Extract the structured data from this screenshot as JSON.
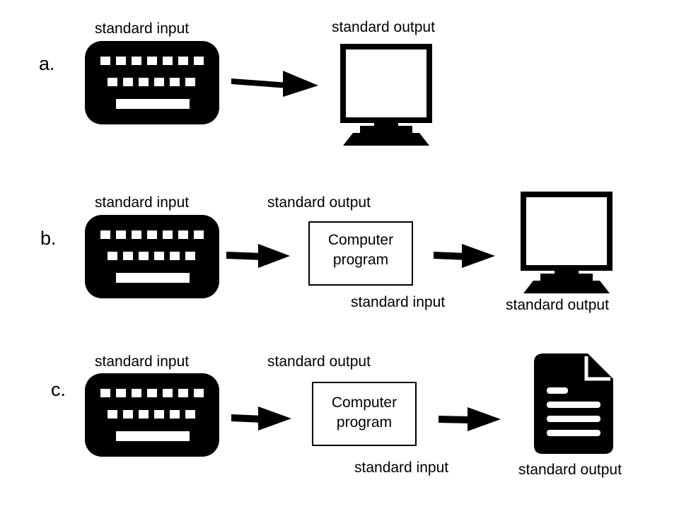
{
  "rows": [
    {
      "label": "a.",
      "keyboard_label": "standard input",
      "monitor_label": "standard output"
    },
    {
      "label": "b.",
      "keyboard_label": "standard input",
      "program_output_label": "standard output",
      "program_line1": "Computer",
      "program_line2": "program",
      "program_input_label": "standard input",
      "monitor_label": "standard output"
    },
    {
      "label": "c.",
      "keyboard_label": "standard input",
      "program_output_label": "standard output",
      "program_line1": "Computer",
      "program_line2": "program",
      "program_input_label": "standard input",
      "document_label": "standard output"
    }
  ]
}
